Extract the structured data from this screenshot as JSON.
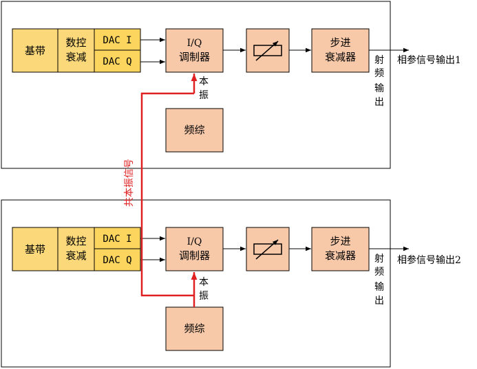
{
  "colors": {
    "baseband_fill": "#fbd97a",
    "dac_fill": "#fbd55e",
    "block_fill": "#f7c9a8",
    "line": "#000000",
    "shared_lo": "#e02020"
  },
  "blocks": {
    "baseband": "基带",
    "digital_atten_1": "数控",
    "digital_atten_2": "衰减",
    "dac_i": "DAC I",
    "dac_q": "DAC Q",
    "iq_mod_1": "I/Q",
    "iq_mod_2": "调制器",
    "step_atten_1": "步进",
    "step_atten_2": "衰减器",
    "synth": "频综",
    "lo_1": "本",
    "lo_2": "振",
    "rf_1": "射",
    "rf_2": "频",
    "rf_3": "输",
    "rf_4": "出"
  },
  "outputs": [
    "相参信号输出1",
    "相参信号输出2"
  ],
  "shared_lo_label": "共本振信号",
  "icons": [
    "variable-attenuator-icon",
    "arrow-icon"
  ]
}
